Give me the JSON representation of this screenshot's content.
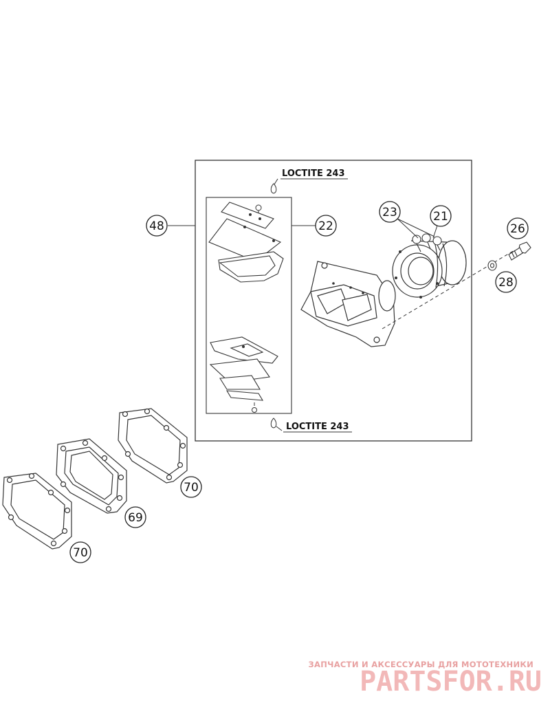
{
  "callouts": {
    "c48": "48",
    "c22": "22",
    "c23": "23",
    "c21": "21",
    "c26": "26",
    "c28": "28",
    "c70a": "70",
    "c69": "69",
    "c70b": "70"
  },
  "notes": {
    "loctite_top": "LOCTITE 243",
    "loctite_bottom": "LOCTITE 243"
  },
  "watermark": {
    "tagline": "ЗАПЧАСТИ И АКСЕССУАРЫ ДЛЯ МОТОТЕХНИКИ",
    "brand": "PARTSFOR.RU"
  },
  "colors": {
    "line": "#333333",
    "watermark": "#f2b8b8"
  }
}
